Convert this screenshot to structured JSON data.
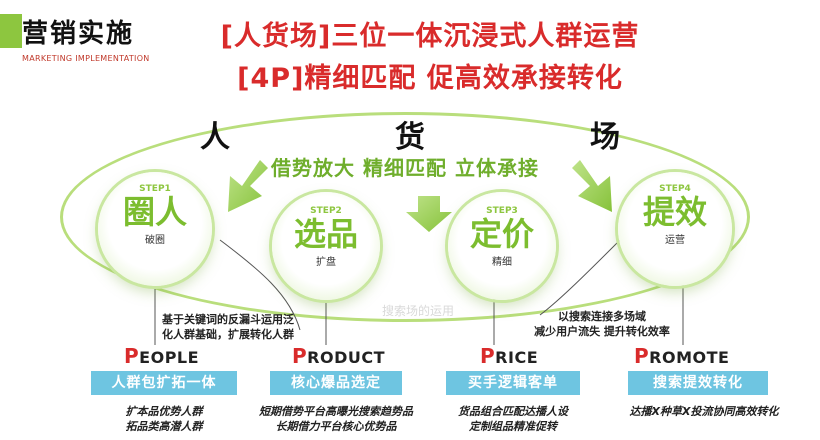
{
  "brand": {
    "title": "营销实施",
    "subtitle": "MARKETING IMPLEMENTATION"
  },
  "titles": {
    "line1": "[人货场]三位一体沉浸式人群运营",
    "line2": "[4P]精细匹配 促高效承接转化"
  },
  "center": {
    "chars": [
      "人",
      "货",
      "场"
    ],
    "slogan": "借势放大 精细匹配 立体承接"
  },
  "steps": [
    {
      "step": "STEP1",
      "title": "圈人",
      "sub": "破圈"
    },
    {
      "step": "STEP2",
      "title": "选品",
      "sub": "扩盘"
    },
    {
      "step": "STEP3",
      "title": "定价",
      "sub": "精细"
    },
    {
      "step": "STEP4",
      "title": "提效",
      "sub": "运营"
    }
  ],
  "notes": {
    "left_line1": "基于关键词的反漏斗运用泛",
    "left_line2": "化人群基础，扩展转化人群",
    "right_line1": "以搜索连接多场域",
    "right_line2": "减少用户流失 提升转化效率",
    "ghost": "搜索场的运用"
  },
  "pillars": [
    {
      "cap": "P",
      "rest": "EOPLE",
      "tag": "人群包扩拓一体",
      "line1": "扩本品优势人群",
      "line2": "拓品类高潜人群"
    },
    {
      "cap": "P",
      "rest": "RODUCT",
      "tag": "核心爆品选定",
      "line1": "短期借势平台高曝光搜索趋势品",
      "line2": "长期借力平台核心优势品"
    },
    {
      "cap": "P",
      "rest": "RICE",
      "tag": "买手逻辑客单",
      "line1": "货品组合匹配达播人设",
      "line2": "定制组品精准促转"
    },
    {
      "cap": "P",
      "rest": "ROMOTE",
      "tag": "搜索提效转化",
      "line1": "达播X种草X投流协同高效转化",
      "line2": ""
    }
  ],
  "colors": {
    "green": "#8dc63f",
    "red": "#d92b2b",
    "blue": "#6ec5e1"
  }
}
